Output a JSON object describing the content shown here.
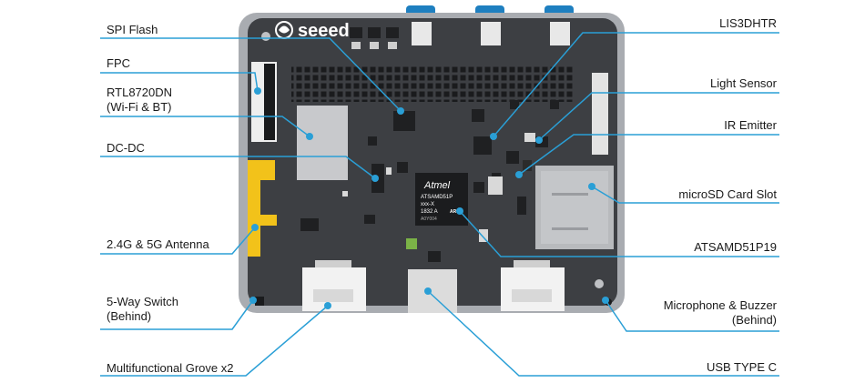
{
  "labels": {
    "spi_flash": "SPI Flash",
    "fpc": "FPC",
    "rtl_line1": "RTL8720DN",
    "rtl_line2": "(Wi-Fi & BT)",
    "dcdc": "DC-DC",
    "antenna": "2.4G & 5G Antenna",
    "switch_line1": "5-Way Switch",
    "switch_line2": "(Behind)",
    "grove": "Multifunctional Grove x2",
    "lis3dhtr": "LIS3DHTR",
    "light_sensor": "Light Sensor",
    "ir_emitter": "IR Emitter",
    "microsd": "microSD Card Slot",
    "atsamd": "ATSAMD51P19",
    "mic_line1": "Microphone & Buzzer",
    "mic_line2": "(Behind)",
    "usb": "USB TYPE C"
  },
  "board": {
    "brand": "seeed",
    "chip_brand": "Atmel",
    "chip_model": "ATSAMD51P",
    "chip_suffix": "xxx-X",
    "chip_line3": "1832  A",
    "chip_arm": "ARM",
    "chip_line4": "A0Y004"
  },
  "colors": {
    "line": "#2a9fd6",
    "board": "#3d3f43",
    "frame": "#a9acb1",
    "antenna": "#f2c21a"
  }
}
